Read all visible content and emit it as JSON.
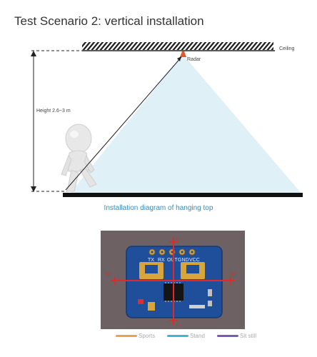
{
  "title": "Test Scenario 2: vertical installation",
  "labels": {
    "ceiling": "Ceiling",
    "radar": "Radar",
    "height": "Height 2.6~3 m",
    "caption": "Installation diagram of hanging top"
  },
  "board": {
    "pin_labels": [
      "TX",
      "RX",
      "OUT",
      "GND",
      "VCC"
    ],
    "angle_top": "0°",
    "angle_left": "90°",
    "angle_right": "90°",
    "angle_bottom": "0°"
  },
  "legend": [
    {
      "label": "Sports",
      "color": "#f0a04b"
    },
    {
      "label": "Stand",
      "color": "#3fb4d8"
    },
    {
      "label": "Sit still",
      "color": "#7a5ab8"
    }
  ],
  "colors": {
    "beam": "#dff0f7",
    "caption": "#2e8fc8",
    "board": "#1f4f9a",
    "crosshair": "#e3282a",
    "radar": "#e05a2a"
  }
}
